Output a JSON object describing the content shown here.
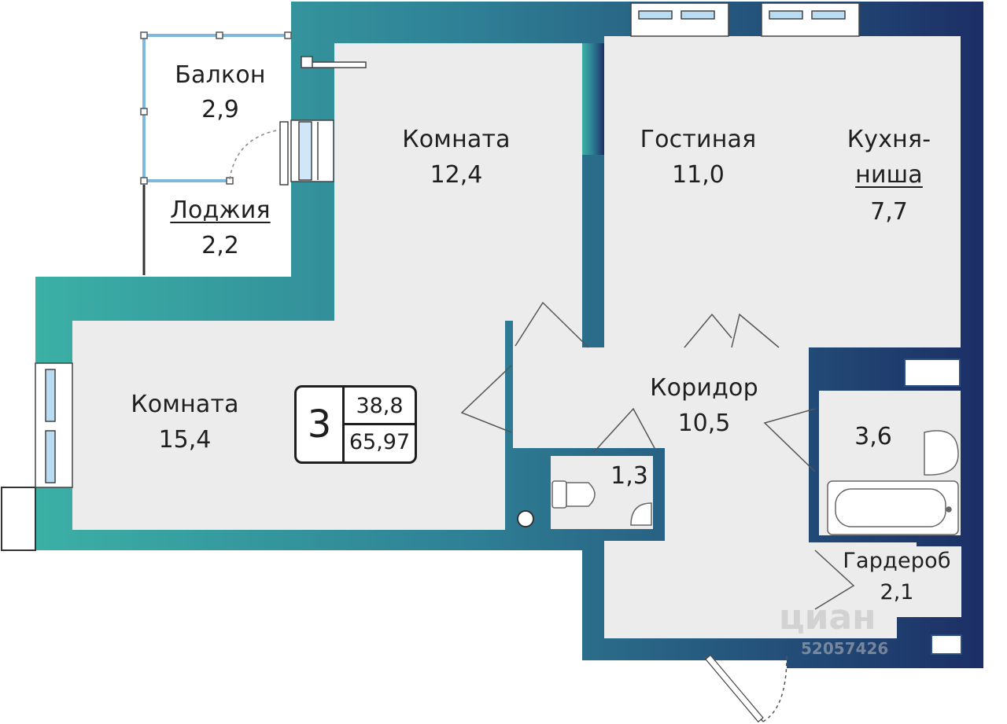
{
  "rooms": {
    "balcony": {
      "name": "Балкон",
      "area": "2,9"
    },
    "loggia": {
      "name": "Лоджия",
      "area": "2,2"
    },
    "room1": {
      "name": "Комната",
      "area": "12,4"
    },
    "living": {
      "name": "Гостиная",
      "area": "11,0"
    },
    "kitchen": {
      "name": "Кухня-\nниша",
      "name_line1": "Кухня-",
      "name_line2": "ниша",
      "area": "7,7"
    },
    "room2": {
      "name": "Комната",
      "area": "15,4"
    },
    "corridor": {
      "name": "Коридор",
      "area": "10,5"
    },
    "wc": {
      "area": "1,3"
    },
    "bathroom": {
      "area": "3,6"
    },
    "wardrobe": {
      "name": "Гардероб",
      "area": "2,1"
    }
  },
  "summary": {
    "room_count": "3",
    "living_area": "38,8",
    "total_area": "65,97"
  },
  "watermark": {
    "brand": "циан",
    "listing_id": "52057426"
  },
  "colors": {
    "wall_start": "#3aa8a1",
    "wall_end": "#1c3468",
    "floor": "#ededed",
    "window_glass": "#b9dcf2",
    "text": "#1f1f1f"
  }
}
